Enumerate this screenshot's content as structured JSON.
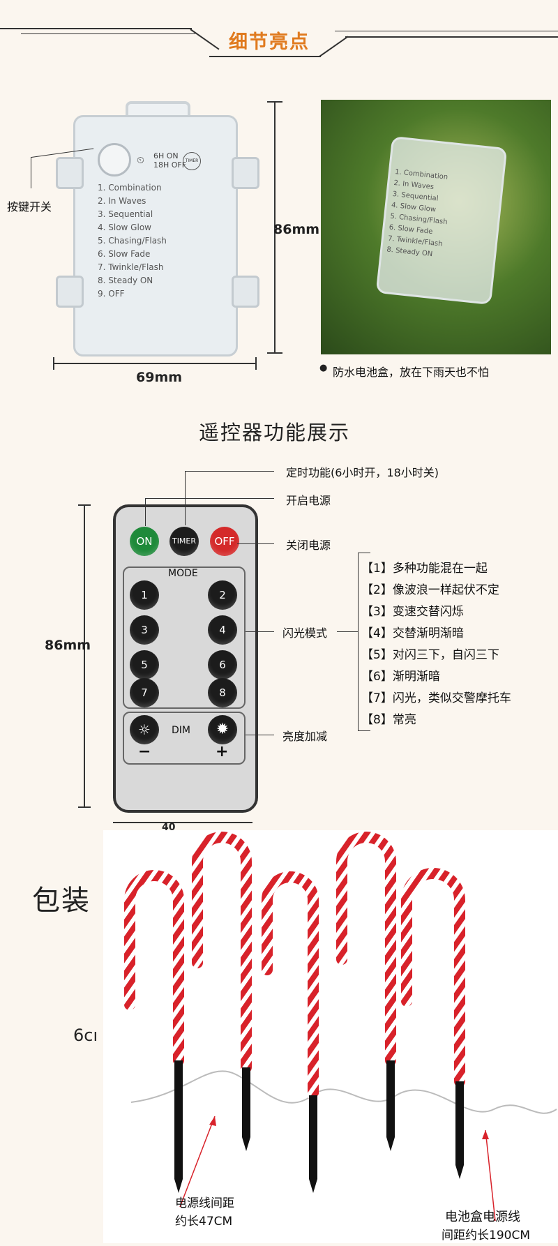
{
  "header": {
    "title": "细节亮点"
  },
  "battery": {
    "button_label": "按键开关",
    "timer_top": "6H  ON",
    "timer_bottom": "18H  OFF",
    "timer_badge": "TIMER",
    "modes": [
      "1. Combination",
      "2. In Waves",
      "3. Sequential",
      "4. Slow Glow",
      "5. Chasing/Flash",
      "6. Slow Fade",
      "7. Twinkle/Flash",
      "8. Steady ON",
      "9. OFF"
    ],
    "width_label": "69mm",
    "height_label": "86mm",
    "caption": "防水电池盒，放在下雨天也不怕"
  },
  "remote_section": {
    "title": "遥控器功能展示",
    "height_label": "86mm",
    "width_label": "40",
    "labels": {
      "timer": "定时功能(6小时开，18小时关)",
      "on": "开启电源",
      "off": "关闭电源",
      "flash": "闪光模式",
      "brightness": "亮度加减"
    },
    "buttons": {
      "on": "ON",
      "timer": "TIMER",
      "off": "OFF",
      "mode": "MODE",
      "dim": "DIM",
      "minus": "−",
      "plus": "+"
    },
    "numbers": [
      "1",
      "2",
      "3",
      "4",
      "5",
      "6",
      "7",
      "8"
    ],
    "mode_descriptions": [
      "【1】多种功能混在一起",
      "【2】像波浪一样起伏不定",
      "【3】变速交替闪烁",
      "【4】交替渐明渐暗",
      "【5】对闪三下，自闪三下",
      "【6】渐明渐暗",
      "【7】闪光，类似交警摩托车",
      "【8】常亮"
    ]
  },
  "package": {
    "title_partial": "包装",
    "side_text": "6cı",
    "spacing_label_1": "电源线间距",
    "spacing_label_2": "约长47CM",
    "box_label_1": "电池盒电源线",
    "box_label_2": "间距约长190CM"
  },
  "colors": {
    "accent": "#e07a1e",
    "on_green": "#1f8a3a",
    "off_red": "#d42a2a",
    "cane_red": "#d8222a"
  }
}
